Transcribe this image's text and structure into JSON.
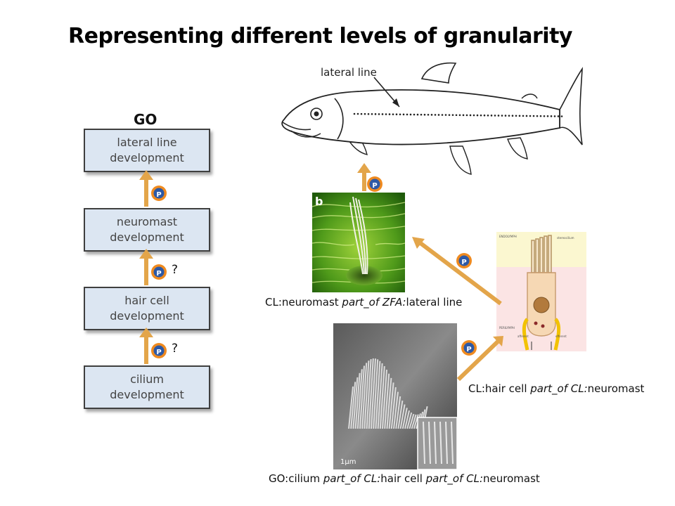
{
  "title": "Representing different levels of granularity",
  "go_label": "GO",
  "go_boxes": [
    {
      "line1": "lateral line",
      "line2": "development"
    },
    {
      "line1": "neuromast",
      "line2": "development"
    },
    {
      "line1": "hair cell",
      "line2": "development"
    },
    {
      "line1": "cilium",
      "line2": "development"
    }
  ],
  "question_marks": [
    "?",
    "?"
  ],
  "p_badge": "P",
  "fish": {
    "label": "lateral line"
  },
  "neuromast_image": {
    "panel_letter": "b"
  },
  "hair_cell_diagram": {
    "labels": [
      "ENDOLYMPH",
      "stereocilium",
      "PERILYMPH",
      "afferent",
      "efferent"
    ]
  },
  "sem_image": {
    "scale_label": "1μm"
  },
  "captions": {
    "neuromast": {
      "a": "CL:neuromast ",
      "rel": "part_of",
      "b": " ZFA:",
      "c": "lateral line"
    },
    "hair_cell": {
      "a": "CL:hair cell ",
      "rel": "part_of",
      "b": " CL:",
      "c": "neuromast"
    },
    "cilium": {
      "a": "GO:cilium ",
      "rel1": "part_of",
      "b": "  CL:",
      "c": "hair cell ",
      "rel2": "part_of",
      "d": " CL:",
      "e": "neuromast"
    }
  },
  "colors": {
    "arrow": "#e3a54a",
    "box_fill": "#dce6f2",
    "badge_orange": "#ef8a1f",
    "badge_blue": "#2d59a6"
  }
}
